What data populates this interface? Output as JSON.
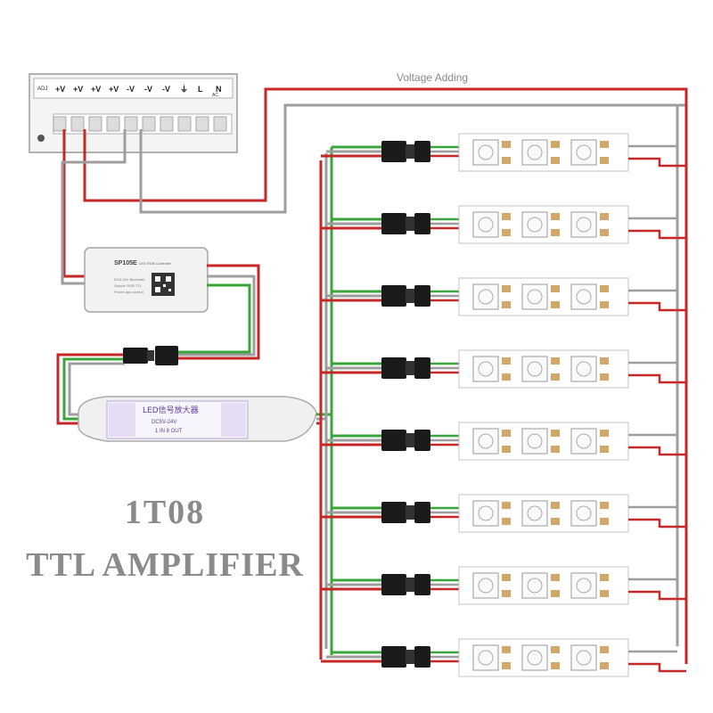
{
  "power_supply": {
    "terminal_labels": [
      "+V",
      "+V",
      "+V",
      "+V",
      "-V",
      "-V",
      "-V",
      "⏚",
      "L",
      "N"
    ],
    "adj_label": "ADJ",
    "ac_label": "AC"
  },
  "voltage_label": "Voltage Adding",
  "controller": {
    "model": "SP105E",
    "subtitle": "LED RGB Controller",
    "line1": "DC5-24V Bluetooth",
    "line2": "Output: RGB TTL",
    "line3": "Phone App control"
  },
  "amplifier": {
    "title": "LED信号放大器",
    "line1": "DC5V-24V",
    "line2": "1 IN 8 OUT"
  },
  "caption": {
    "line1": "1T08",
    "line2": "TTL AMPLIFIER"
  },
  "led_strip_rows": 8,
  "colors": {
    "red_wire": "#c62828",
    "green_wire": "#3aa53a",
    "gray_wire": "#9e9e9e",
    "led_chip": "#d2a86a",
    "connector": "#1a1a1a",
    "caption": "#8a8a8a"
  }
}
